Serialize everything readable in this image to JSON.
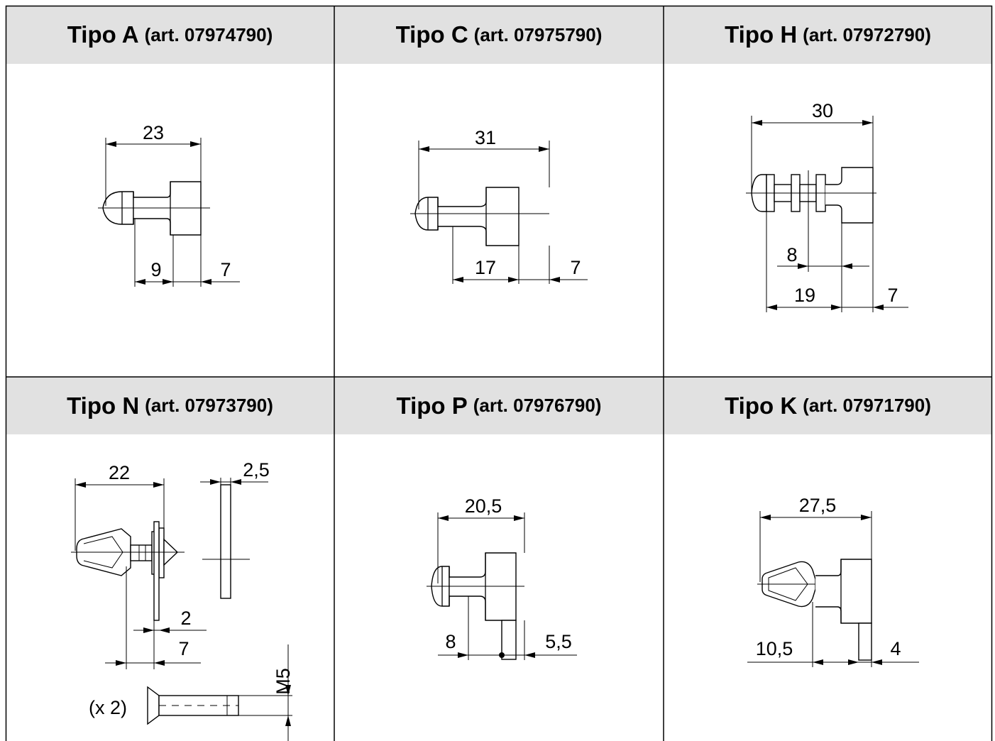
{
  "cells": [
    {
      "name": "Tipo A",
      "code": "(art. 07974790)",
      "dims": [
        "23",
        "9",
        "7"
      ]
    },
    {
      "name": "Tipo C",
      "code": "(art. 07975790)",
      "dims": [
        "31",
        "17",
        "7"
      ]
    },
    {
      "name": "Tipo H",
      "code": "(art. 07972790)",
      "dims": [
        "30",
        "8",
        "19",
        "7"
      ]
    },
    {
      "name": "Tipo N",
      "code": "(art. 07973790)",
      "dims": [
        "22",
        "2,5",
        "2",
        "7",
        "M5"
      ],
      "qty": "(x 2)"
    },
    {
      "name": "Tipo P",
      "code": "(art. 07976790)",
      "dims": [
        "20,5",
        "8",
        "5,5"
      ]
    },
    {
      "name": "Tipo K",
      "code": "(art. 07971790)",
      "dims": [
        "27,5",
        "10,5",
        "4"
      ]
    }
  ],
  "colors": {
    "header_bg": "#e1e1e1",
    "line": "#000000",
    "background": "#ffffff"
  }
}
